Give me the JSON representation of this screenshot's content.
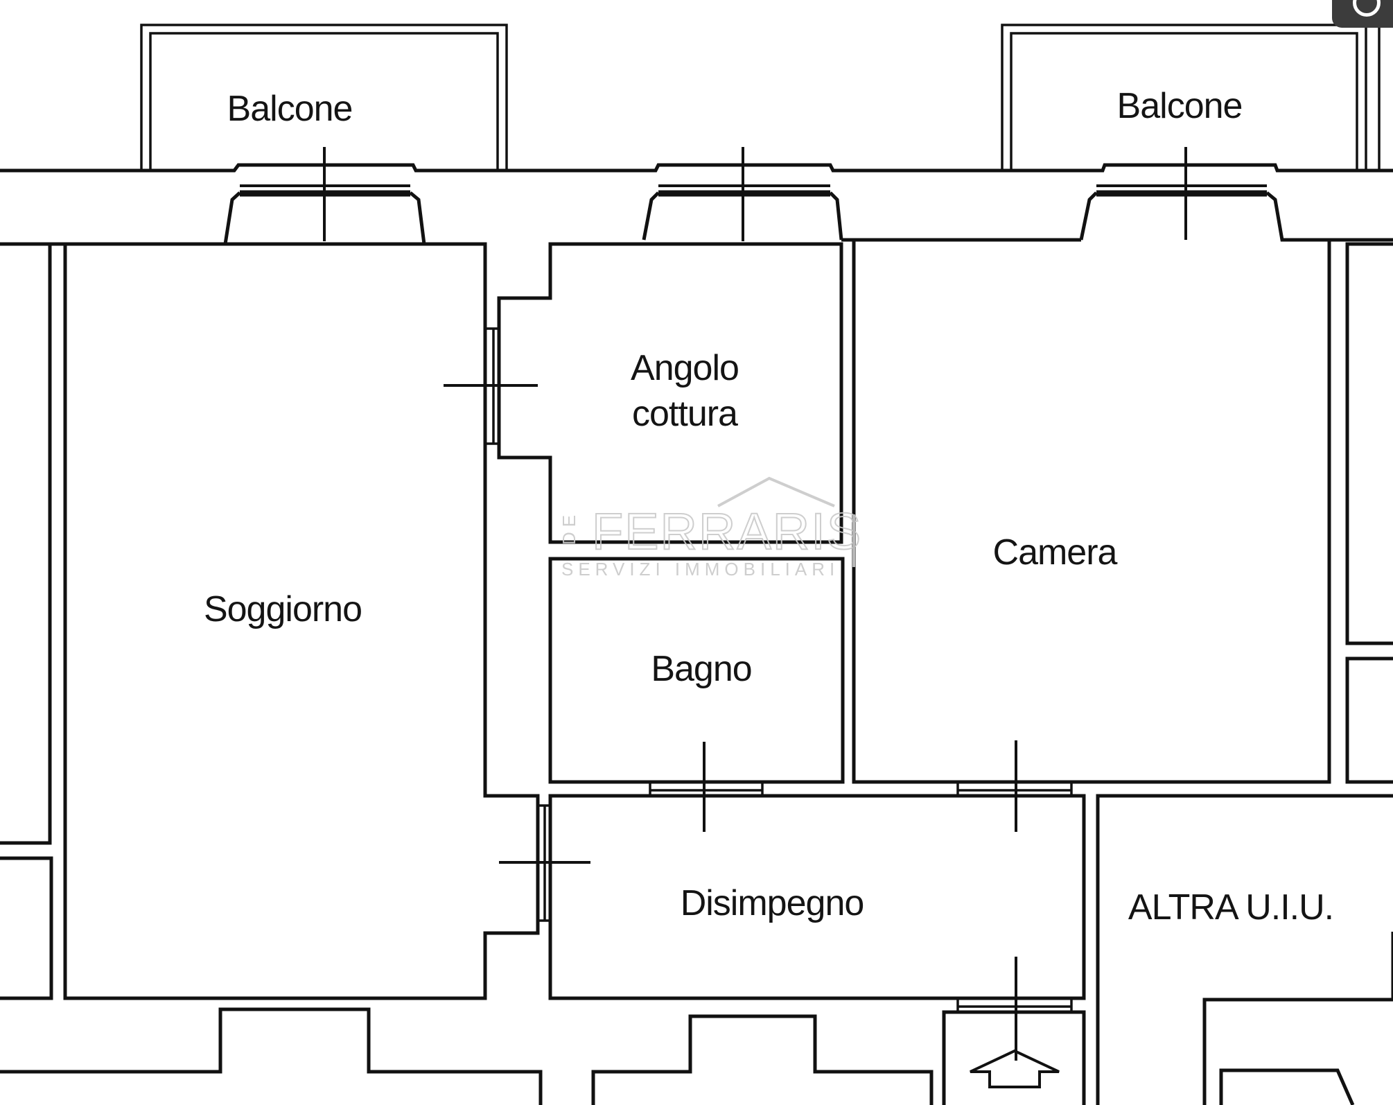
{
  "floor_plan": {
    "rooms": [
      {
        "id": "balcone-left",
        "label": "Balcone"
      },
      {
        "id": "balcone-right",
        "label": "Balcone"
      },
      {
        "id": "angolo-cottura",
        "label_lines": [
          "Angolo",
          "cottura"
        ]
      },
      {
        "id": "soggiorno",
        "label": "Soggiorno"
      },
      {
        "id": "camera",
        "label": "Camera"
      },
      {
        "id": "bagno",
        "label": "Bagno"
      },
      {
        "id": "disimpegno",
        "label": "Disimpegno"
      },
      {
        "id": "altra-uiu",
        "label": "ALTRA U.I.U."
      }
    ],
    "watermark": {
      "brand": "FERRARIS",
      "prefix": "DE",
      "tagline": "SERVIZI IMMOBILIARI"
    },
    "entrance_arrow_icon": "up-arrow-icon",
    "colors": {
      "line": "#111111",
      "background": "#ffffff",
      "watermark": "#c9c9c9"
    }
  }
}
